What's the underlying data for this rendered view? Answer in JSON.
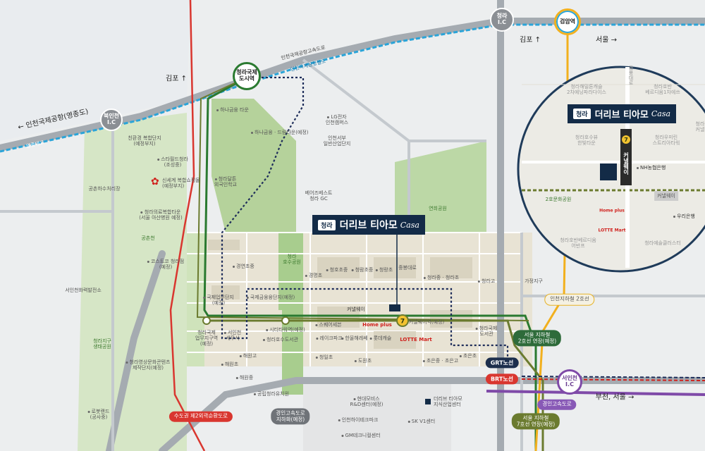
{
  "colors": {
    "background": "#eceeef",
    "park": "#b7d3a0",
    "urban": "#e7e2d2",
    "road": "#ffffff",
    "highway": "#a5abb1",
    "airport_rail": "#2aa4d8",
    "line7": "#6b7b2f",
    "line2": "#f2b01e",
    "sub_green": "#2a7a30",
    "sub_purple": "#7f4aa8",
    "grt_line": "#1e2d5a",
    "brt_line": "#d0201c",
    "line_red": "#d9362f"
  },
  "project": {
    "brand": "청라",
    "name": "더리브 티아모",
    "suffix": "Casa"
  },
  "stations": {
    "cheongna_intl": {
      "line1": "청라국제",
      "line2": "도시역"
    },
    "cheongna_ic": {
      "line1": "청라",
      "line2": "I.C"
    },
    "geomam": "검암역",
    "bukincheon": {
      "line1": "북인천",
      "line2": "I.C"
    },
    "seoincheon": {
      "line1": "서인천",
      "line2": "I.C"
    }
  },
  "directions": {
    "gimpo_top": "김포",
    "gimpo_left": "김포",
    "seoul": "서울",
    "airport": "인천국제공항(영종도)",
    "bucheon_seoul": "부천, 서울"
  },
  "roads": {
    "airport_highway": "인천국제공항고속도로",
    "airport_railroad": "인천국제공항철도",
    "yeongjong_bridge": "영종대교"
  },
  "tags": {
    "grt": "GRT노선",
    "brt": "BRT노선",
    "seoul_line2": "서울 지하철\n2호선 연장(예정)",
    "seoul_line7": "서울 지하철\n7호선 연장(예정)",
    "incheon_line2": "인천지하철 2호선",
    "gyeongin_exp": "경인고속도로",
    "gyeongin_underground": "경인고속도로\n지하화(예정)",
    "capital_ring": "수도권 제2외곽순환도로"
  },
  "places": [
    {
      "id": "hana-uptown",
      "text": "하나금융 타운"
    },
    {
      "id": "hana-dream",
      "text": "하나금융 · 드림타운(예정)"
    },
    {
      "id": "cheongna-bokhap",
      "text": "친환경 복합단지\n(예정부지)"
    },
    {
      "id": "starfield",
      "text": "스타필드청라\n(조성중)"
    },
    {
      "id": "shinsegae",
      "text": "신세계 복합쇼핑몰\n(예정부지)"
    },
    {
      "id": "dalton",
      "text": "청라달튼\n외국인학교"
    },
    {
      "id": "sewage",
      "text": "공촌하수처리장"
    },
    {
      "id": "medical",
      "text": "청라의료복합타운\n(서울 아산병원 예정)"
    },
    {
      "id": "gongchon",
      "text": "공촌천"
    },
    {
      "id": "costco",
      "text": "코스트코 청라점\n(예정)"
    },
    {
      "id": "seoincheon-power",
      "text": "서인천화력발전소"
    },
    {
      "id": "cheongna-ecopark",
      "text": "청라지구\n생태공원"
    },
    {
      "id": "media",
      "text": "청라영상문화콘텐츠\n제작단지(예정)"
    },
    {
      "id": "robotland",
      "text": "로봇랜드\n(공사중)"
    },
    {
      "id": "lg",
      "text": "LG전자\n인천캠퍼스"
    },
    {
      "id": "seobu-ind",
      "text": "인천서부\n일반산업단지"
    },
    {
      "id": "bears",
      "text": "베어즈베스트\n청라 GC"
    },
    {
      "id": "yeonhui",
      "text": "연희공원"
    },
    {
      "id": "gyeongyeon",
      "text": "경연초중"
    },
    {
      "id": "hosu",
      "text": "청라\n호수공원"
    },
    {
      "id": "gyeongmyeong",
      "text": "경명초"
    },
    {
      "id": "cheongho",
      "text": "청호초중"
    },
    {
      "id": "cheongram",
      "text": "청람초중"
    },
    {
      "id": "cheongrang",
      "text": "청랑초"
    },
    {
      "id": "jungbong",
      "text": "중봉대로"
    },
    {
      "id": "cheongra-cheongrago",
      "text": "청라중 · 청라초"
    },
    {
      "id": "cheongrago",
      "text": "청라고"
    },
    {
      "id": "gaseong",
      "text": "가정지구"
    },
    {
      "id": "intl-city",
      "text": "국제업무단지\n(예정)"
    },
    {
      "id": "finance-complex",
      "text": "국제금융융단지(예정)"
    },
    {
      "id": "canal",
      "text": "커낼웨이"
    },
    {
      "id": "square",
      "text": "스퀘어세븐"
    },
    {
      "id": "homeplus",
      "text": "Home plus"
    },
    {
      "id": "canal-station",
      "text": "커낼웨이역(예정)"
    },
    {
      "id": "cheongra-intl-biz",
      "text": "청라국제\n업무지구역\n(예정)"
    },
    {
      "id": "seoincheon-tax",
      "text": "서인천\n세무서"
    },
    {
      "id": "citytower",
      "text": "시티타워역(예정)"
    },
    {
      "id": "hosu-library",
      "text": "청라호수도서관"
    },
    {
      "id": "lakepark",
      "text": "레이크파크"
    },
    {
      "id": "hanul",
      "text": "한울해레쎄"
    },
    {
      "id": "lotte-castle",
      "text": "롯데캐슬"
    },
    {
      "id": "lottemart",
      "text": "LOTTE Mart"
    },
    {
      "id": "cheongna-intl-school",
      "text": "청라국제\n도서관"
    },
    {
      "id": "haewon-high",
      "text": "해원고"
    },
    {
      "id": "haewon-elem",
      "text": "해원초"
    },
    {
      "id": "haewon-mid",
      "text": "해원중"
    },
    {
      "id": "gongrip",
      "text": "공립청라유치원"
    },
    {
      "id": "cheongil",
      "text": "청일초"
    },
    {
      "id": "dowon",
      "text": "도원초"
    },
    {
      "id": "choeun",
      "text": "초은중 · 초은고"
    },
    {
      "id": "choeun-elem",
      "text": "초은초"
    },
    {
      "id": "hyundai",
      "text": "현대모비스\nR&D센터(예정)"
    },
    {
      "id": "haitech",
      "text": "인천하이테크파크"
    },
    {
      "id": "gm",
      "text": "GM테크니컬센터"
    },
    {
      "id": "tiamo-center",
      "text": "더리브 티아모\n지식산업센터"
    },
    {
      "id": "skv1",
      "text": "SK V1센터"
    }
  ],
  "inset": {
    "top_left": "청라해밀톤캐슬\n2차예닝파라다이스",
    "top_right": "청라호반\n베르디움1차에쓰",
    "middle_left": "청라호수뷰\n한빛타운",
    "middle_right": "청라우미린\n스트리아타워",
    "nh": "NH농협은행",
    "jungbong_road": "중봉대로",
    "canal_label": "커낼웨이",
    "station_text": "커낼웨이",
    "park": "2호문화공원",
    "canal_tag": "커낼웨이",
    "woori": "우리은행",
    "homeplus": "Home plus",
    "lottemart": "LOTTE Mart",
    "bottom_left": "청라호반베르디움\n어반프",
    "bottom_right": "청라예술클러스터",
    "right_edge": "청라\n커낼",
    "line7_num": "7"
  }
}
